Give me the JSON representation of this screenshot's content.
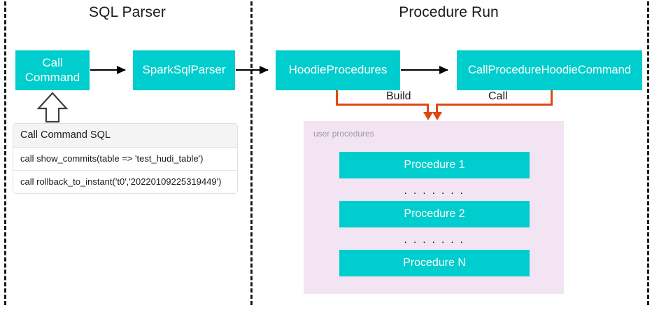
{
  "diagram": {
    "sections": [
      {
        "id": "sql-parser",
        "title": "SQL Parser"
      },
      {
        "id": "procedure-run",
        "title": "Procedure Run"
      }
    ],
    "nodes": {
      "call_command": "Call\nCommand",
      "call_command_line1": "Call",
      "call_command_line2": "Command",
      "spark_sql_parser": "SparkSqlParser",
      "hoodie_procedures": "HoodieProcedures",
      "call_procedure_hoodie_command": "CallProcedureHoodieCommand"
    },
    "edges": [
      {
        "from": "call_command",
        "to": "spark_sql_parser",
        "label": "",
        "color": "#000000"
      },
      {
        "from": "spark_sql_parser",
        "to": "hoodie_procedures",
        "label": "",
        "color": "#000000"
      },
      {
        "from": "hoodie_procedures",
        "to": "call_procedure_hoodie_command",
        "label": "",
        "color": "#000000"
      },
      {
        "from": "hoodie_procedures",
        "to": "user_procedures",
        "label": "Build",
        "color": "#dd4814"
      },
      {
        "from": "call_procedure_hoodie_command",
        "to": "user_procedures",
        "label": "Call",
        "color": "#dd4814"
      }
    ],
    "edge_labels": {
      "build": "Build",
      "call": "Call"
    },
    "sql_card": {
      "header": "Call Command SQL",
      "rows": [
        "call show_commits(table => 'test_hudi_table')",
        "call rollback_to_instant('t0','20220109225319449')"
      ]
    },
    "user_procedures": {
      "label": "user procedures",
      "items": [
        {
          "type": "box",
          "label": "Procedure 1"
        },
        {
          "type": "dots",
          "label": ". . . . . . ."
        },
        {
          "type": "box",
          "label": "Procedure 2"
        },
        {
          "type": "dots",
          "label": ". . . . . . ."
        },
        {
          "type": "box",
          "label": "Procedure N"
        }
      ]
    },
    "colors": {
      "node_fill": "#00cdcd",
      "node_text": "#ffffff",
      "panel_fill": "#f2e4f3",
      "panel_label": "#9a9a9a",
      "accent_orange": "#dd4814",
      "arrow_black": "#000000",
      "divider": "#1a1a1a",
      "card_header_fill": "#f4f4f4",
      "background": "#ffffff"
    }
  }
}
